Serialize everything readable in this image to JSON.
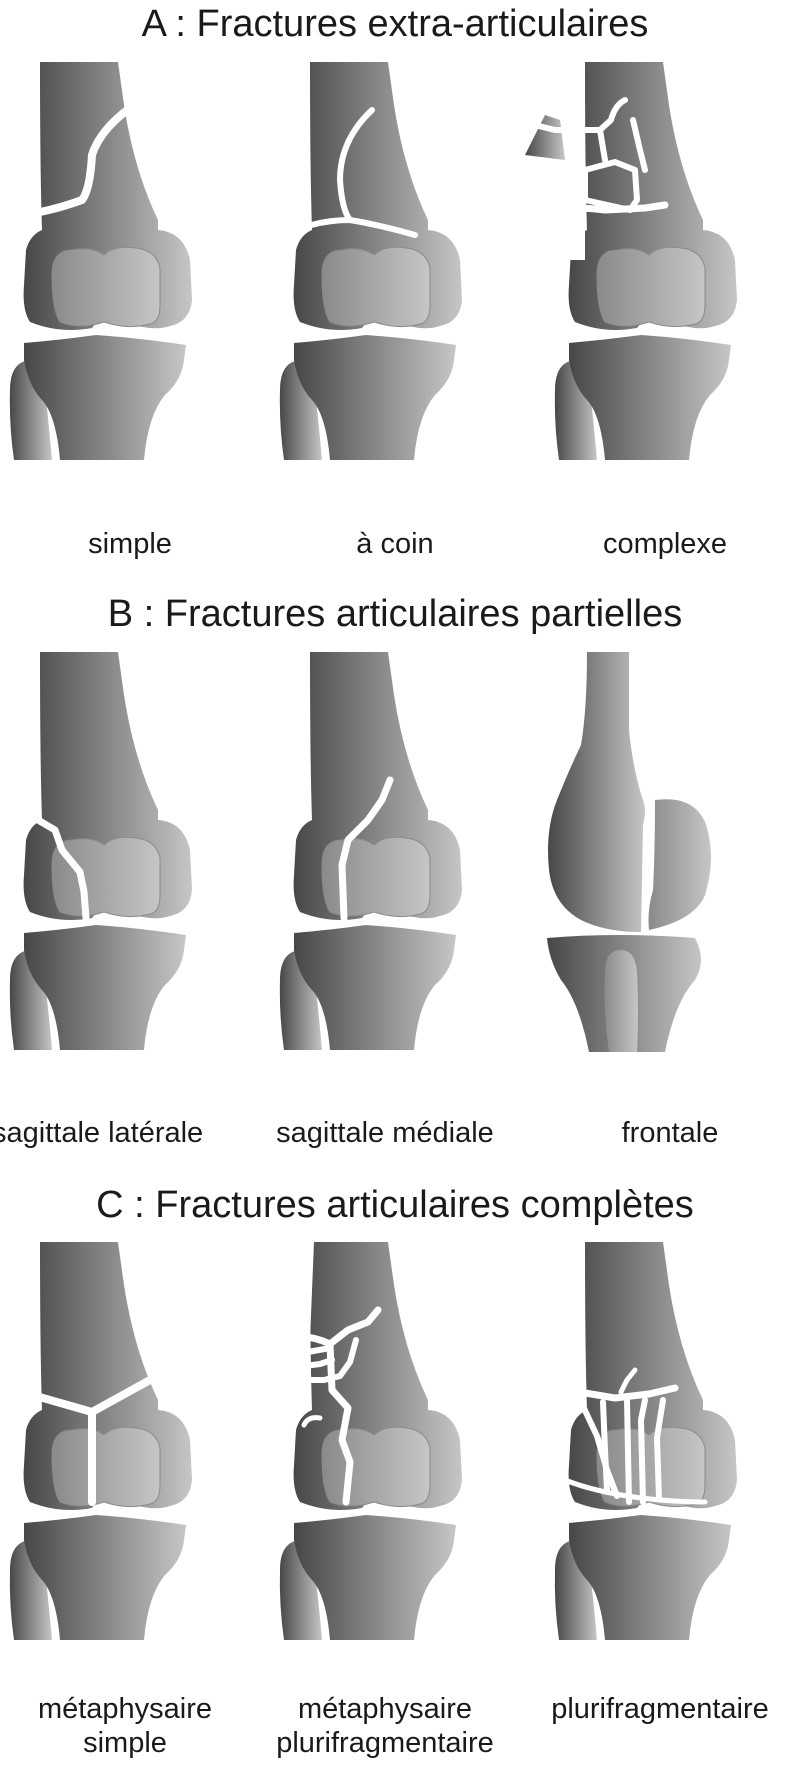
{
  "sections": [
    {
      "title": "A : Fractures extra-articulaires",
      "items": [
        {
          "caption": [
            "simple"
          ],
          "type": "A1"
        },
        {
          "caption": [
            "à coin"
          ],
          "type": "A2"
        },
        {
          "caption": [
            "complexe"
          ],
          "type": "A3"
        }
      ]
    },
    {
      "title": "B : Fractures articulaires partielles",
      "items": [
        {
          "caption": [
            "sagittale latérale"
          ],
          "type": "B1"
        },
        {
          "caption": [
            "sagittale médiale"
          ],
          "type": "B2"
        },
        {
          "caption": [
            "frontale"
          ],
          "type": "B3"
        }
      ]
    },
    {
      "title": "C : Fractures articulaires complètes",
      "items": [
        {
          "caption": [
            "métaphysaire",
            "simple"
          ],
          "type": "C1"
        },
        {
          "caption": [
            "métaphysaire",
            "plurifragmentaire"
          ],
          "type": "C2"
        },
        {
          "caption": [
            "plurifragmentaire"
          ],
          "type": "C3"
        }
      ]
    }
  ],
  "colors": {
    "bone_dark": "#474747",
    "bone_mid": "#8a8a8a",
    "bone_light": "#c6c6c6",
    "fracture_gap": "#ffffff",
    "text": "#1a1a1a"
  }
}
